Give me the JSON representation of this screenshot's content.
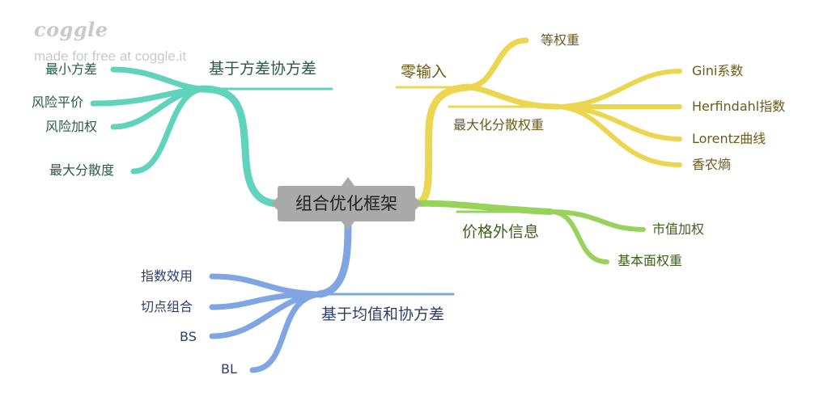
{
  "watermark": {
    "logo": "coggle",
    "text": "made for free at coggle.it"
  },
  "colors": {
    "teal": "#5fd3bc",
    "yellow": "#ecd64f",
    "green": "#97d35a",
    "blue": "#7fa6e2",
    "root": "#a9a9a9"
  },
  "root": {
    "label": "组合优化框架"
  },
  "teal": {
    "label": "基于方差协方差",
    "children": [
      "最小方差",
      "风险平价",
      "风险加权",
      "最大分散度"
    ]
  },
  "yellow": {
    "label": "零输入",
    "children": {
      "equal": "等权重",
      "maxdiv": {
        "label": "最大化分散权重",
        "children": [
          "Gini系数",
          "Herfindahl指数",
          "Lorentz曲线",
          "香农熵"
        ]
      }
    }
  },
  "green": {
    "label": "价格外信息",
    "children": [
      "市值加权",
      "基本面权重"
    ]
  },
  "blue": {
    "label": "基于均值和协方差",
    "children": [
      "指数效用",
      "切点组合",
      "BS",
      "BL"
    ]
  }
}
